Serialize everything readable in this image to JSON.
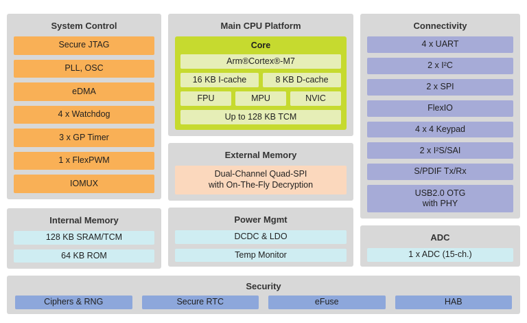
{
  "colors": {
    "panel_bg": "#d8d8d8",
    "orange": "#f9b056",
    "green_outer": "#c6da2f",
    "green_inner": "#e6eeb7",
    "peach": "#fbd8bd",
    "lavender": "#a6abd7",
    "cyan": "#cfedf2",
    "blue": "#8da7db",
    "text": "#1f1f1f"
  },
  "panels": {
    "system_control": {
      "title": "System Control",
      "blocks": [
        "Secure JTAG",
        "PLL, OSC",
        "eDMA",
        "4 x Watchdog",
        "3 x GP Timer",
        "1 x FlexPWM",
        "IOMUX"
      ]
    },
    "main_cpu": {
      "title": "Main CPU Platform",
      "core_title": "Core",
      "cpu": "Arm®Cortex®-M7",
      "icache": "16 KB I-cache",
      "dcache": "8 KB D-cache",
      "fpu": "FPU",
      "mpu": "MPU",
      "nvic": "NVIC",
      "tcm": "Up to 128 KB TCM"
    },
    "external_memory": {
      "title": "External Memory",
      "block": "Dual-Channel Quad-SPI\nwith On-The-Fly Decryption"
    },
    "connectivity": {
      "title": "Connectivity",
      "blocks": [
        "4 x UART",
        "2 x I²C",
        "2 x SPI",
        "FlexIO",
        "4 x 4 Keypad",
        "2 x I²S/SAI",
        "S/PDIF Tx/Rx",
        "USB2.0 OTG\nwith PHY"
      ]
    },
    "internal_memory": {
      "title": "Internal Memory",
      "blocks": [
        "128 KB SRAM/TCM",
        "64 KB ROM"
      ]
    },
    "power_mgmt": {
      "title": "Power Mgmt",
      "blocks": [
        "DCDC & LDO",
        "Temp Monitor"
      ]
    },
    "adc": {
      "title": "ADC",
      "block": "1 x ADC (15-ch.)"
    },
    "security": {
      "title": "Security",
      "blocks": [
        "Ciphers & RNG",
        "Secure RTC",
        "eFuse",
        "HAB"
      ]
    }
  }
}
